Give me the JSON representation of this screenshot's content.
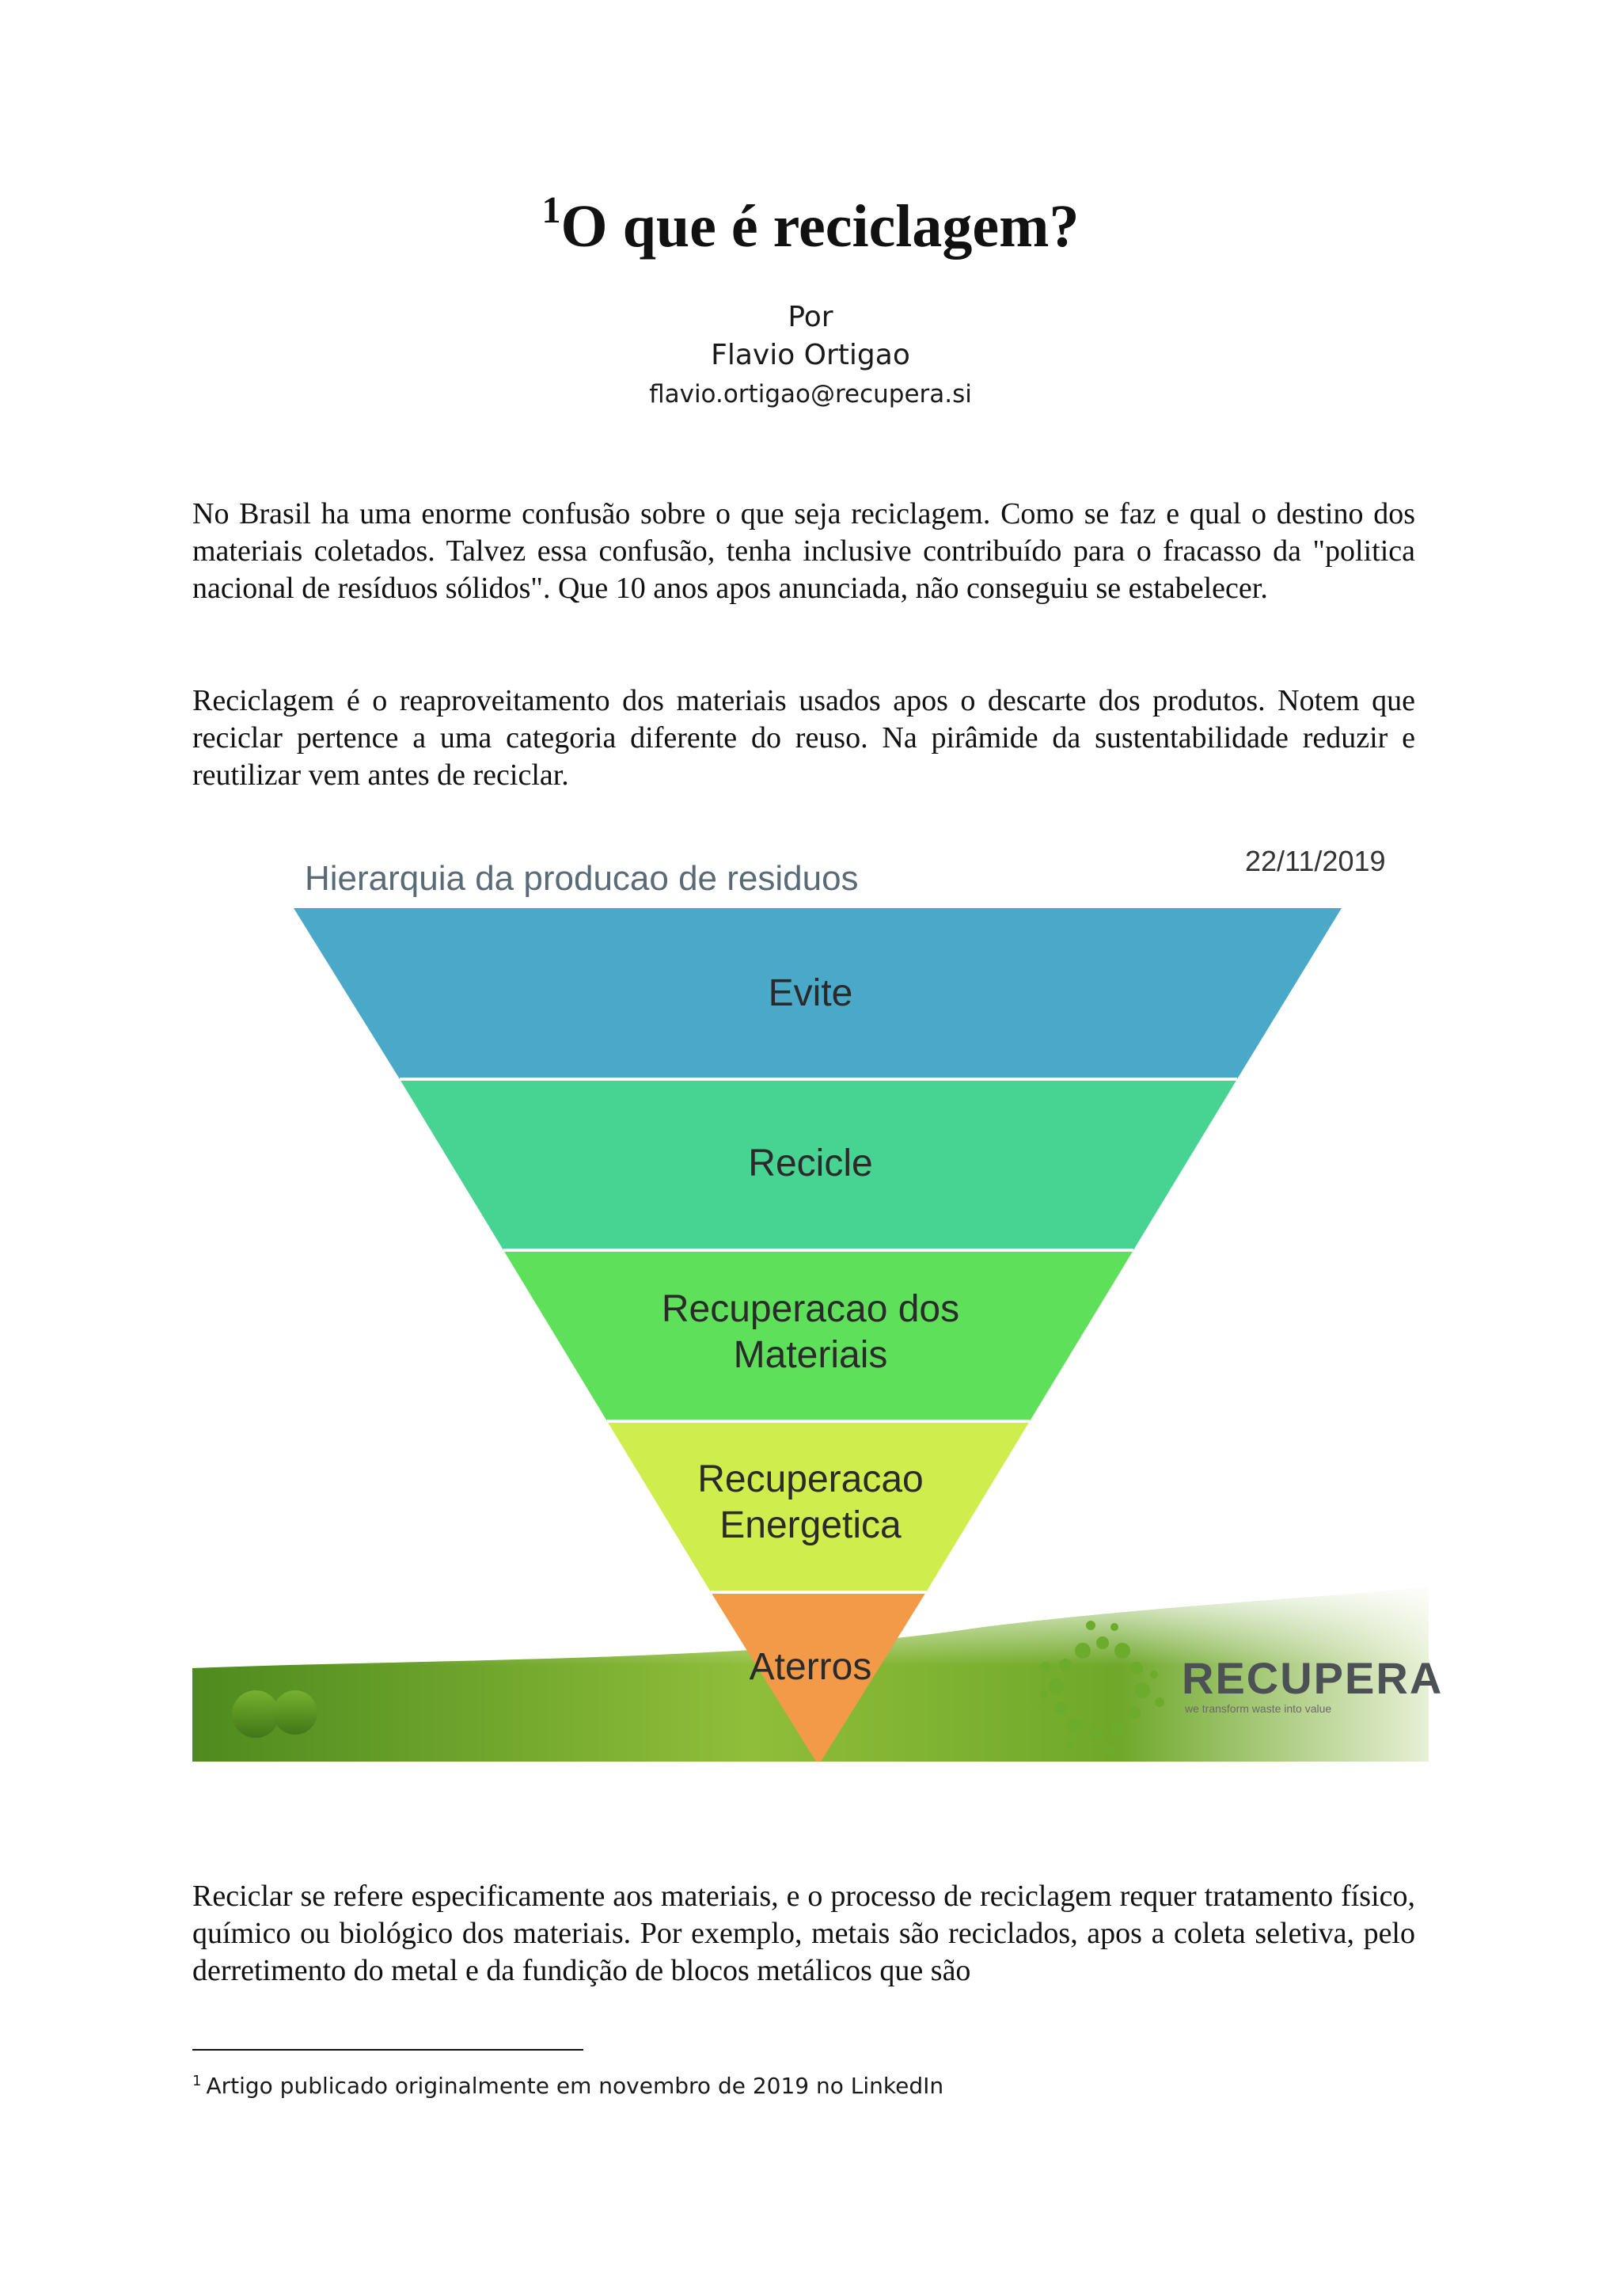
{
  "title": {
    "marker": "1",
    "text": "O que é reciclagem?"
  },
  "byline": {
    "por": "Por",
    "author": "Flavio Ortigao",
    "email": "flavio.ortigao@recupera.si"
  },
  "paragraphs": [
    "No Brasil ha uma enorme confusão sobre o que seja reciclagem. Como se faz e qual o destino dos materiais coletados. Talvez essa confusão, tenha inclusive contribuído para o fracasso da \"politica nacional de resíduos sólidos\". Que 10 anos apos anunciada, não conseguiu se estabelecer.",
    "Reciclagem é o reaproveitamento dos materiais usados apos o descarte dos produtos. Notem que reciclar pertence a uma categoria diferente do reuso. Na pirâmide da sustentabilidade reduzir e reutilizar vem antes de reciclar.",
    "Reciclar se refere especificamente aos materiais, e o processo de reciclagem requer tratamento físico, químico ou biológico dos materiais. Por exemplo, metais são reciclados, apos a coleta seletiva, pelo derretimento do metal e da fundição de blocos metálicos que são"
  ],
  "figure": {
    "heading": "Hierarquia da producao de residuos",
    "date": "22/11/2019",
    "levels": [
      {
        "label": "Evite",
        "color": "#4aa9c8"
      },
      {
        "label": "Recicle",
        "color": "#47d493"
      },
      {
        "label": "Recuperacao dos Materiais",
        "label_lines": [
          "Recuperacao dos",
          "Materiais"
        ],
        "color": "#5fe05a"
      },
      {
        "label": "Recuperacao Energetica",
        "label_lines": [
          "Recuperacao",
          "Energetica"
        ],
        "color": "#cfee4d"
      },
      {
        "label": "Aterros",
        "color": "#f39a48"
      }
    ],
    "brand": "RECUPERA",
    "brand_tagline": "we transform waste into value"
  },
  "footnote": {
    "marker": "1",
    "text": "Artigo publicado originalmente em novembro de 2019 no LinkedIn"
  }
}
